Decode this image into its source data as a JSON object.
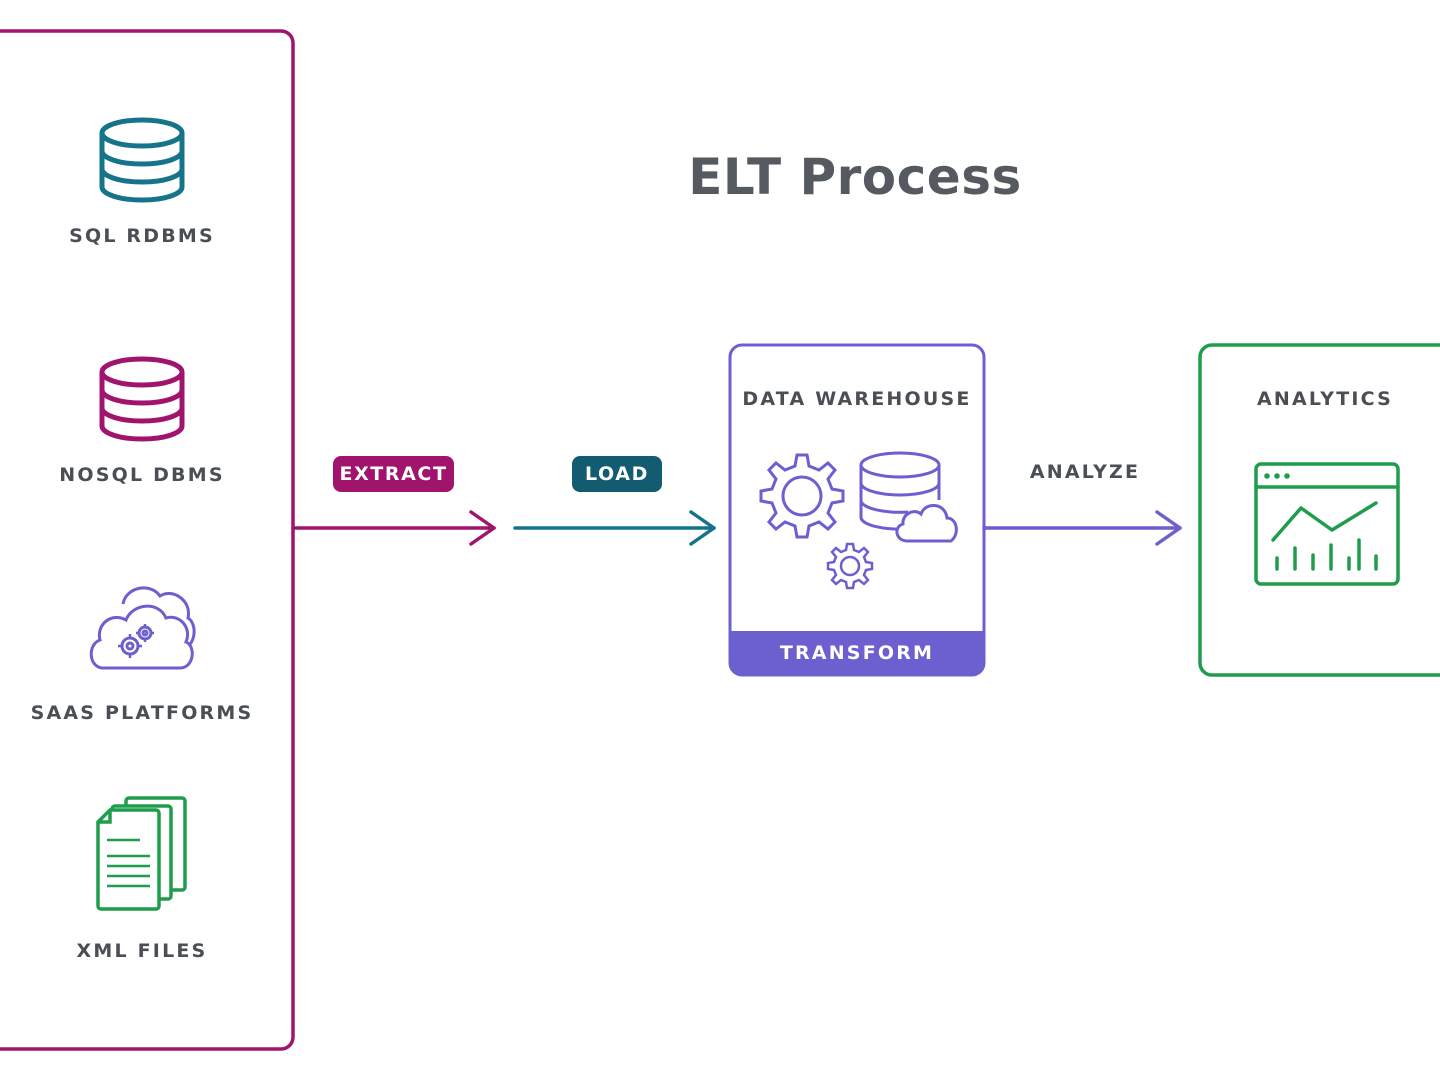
{
  "title": "ELT Process",
  "sources": {
    "items": [
      {
        "label": "SQL RDBMS",
        "icon": "database-icon",
        "color": "#15738a"
      },
      {
        "label": "NOSQL DBMS",
        "icon": "database-icon",
        "color": "#a0146e"
      },
      {
        "label": "SAAS PLATFORMS",
        "icon": "cloud-gears-icon",
        "color": "#6c5fd0"
      },
      {
        "label": "XML FILES",
        "icon": "documents-icon",
        "color": "#1f9d4c"
      }
    ],
    "border_color": "#a0146e"
  },
  "steps": {
    "extract": {
      "label": "EXTRACT",
      "color": "#a0146e"
    },
    "load": {
      "label": "LOAD",
      "color": "#125b70"
    },
    "analyze": {
      "label": "ANALYZE",
      "color": "#6c5fd0"
    }
  },
  "warehouse": {
    "title": "DATA WAREHOUSE",
    "footer": "TRANSFORM",
    "color": "#6c5fd0",
    "icon": "gears-database-cloud-icon"
  },
  "analytics": {
    "title": "ANALYTICS",
    "color": "#1f9d4c",
    "icon": "dashboard-chart-icon"
  }
}
